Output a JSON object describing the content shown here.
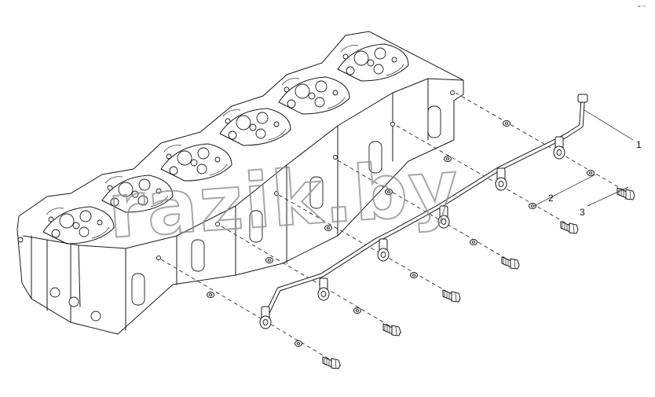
{
  "diagram": {
    "callouts": [
      {
        "id": "1",
        "label": "1"
      },
      {
        "id": "2",
        "label": "2"
      },
      {
        "id": "3",
        "label": "3"
      }
    ],
    "watermark": "razik.by",
    "corner_mark": "≈ --"
  }
}
